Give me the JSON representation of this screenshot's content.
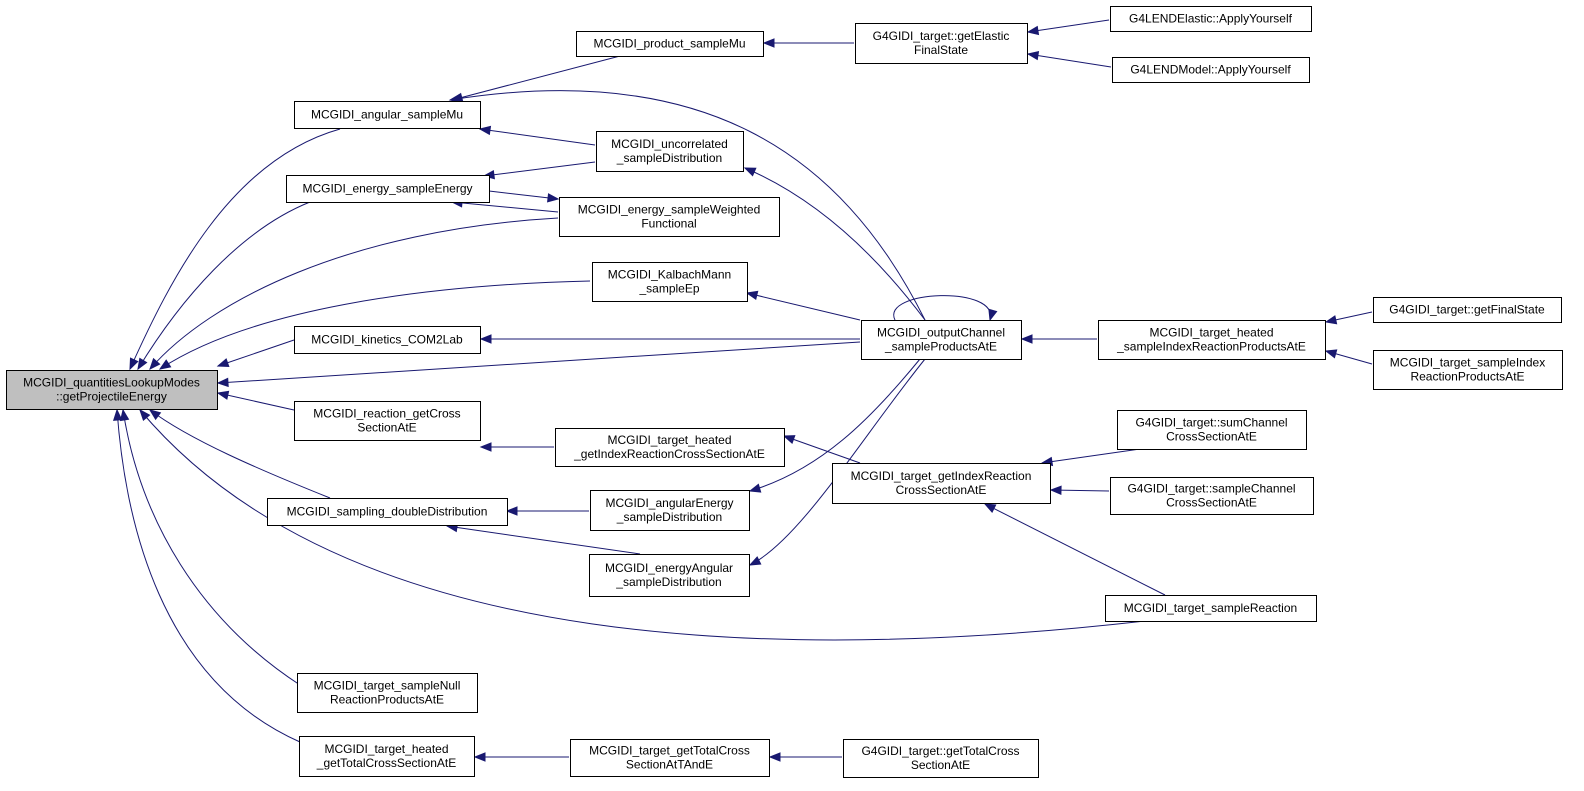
{
  "graph": {
    "colors": {
      "edge": "#191970",
      "node_fill": "#ffffff",
      "focus_fill": "#bfbfbf",
      "node_border": "#000000",
      "background": "#ffffff"
    },
    "nodes": [
      {
        "id": "root",
        "lines": [
          "MCGIDI_quantitiesLookupModes",
          "::getProjectileEnergy"
        ],
        "focus": true
      },
      {
        "id": "angular_sampleMu",
        "lines": [
          "MCGIDI_angular_sampleMu"
        ]
      },
      {
        "id": "energy_sampleEnergy",
        "lines": [
          "MCGIDI_energy_sampleEnergy"
        ]
      },
      {
        "id": "kinetics_COM2Lab",
        "lines": [
          "MCGIDI_kinetics_COM2Lab"
        ]
      },
      {
        "id": "reaction_getCross",
        "lines": [
          "MCGIDI_reaction_getCross",
          "SectionAtE"
        ]
      },
      {
        "id": "sampling_doubleDist",
        "lines": [
          "MCGIDI_sampling_doubleDistribution"
        ]
      },
      {
        "id": "target_sampleNull",
        "lines": [
          "MCGIDI_target_sampleNull",
          "ReactionProductsAtE"
        ]
      },
      {
        "id": "target_heated_getTotal",
        "lines": [
          "MCGIDI_target_heated",
          "_getTotalCrossSectionAtE"
        ]
      },
      {
        "id": "product_sampleMu",
        "lines": [
          "MCGIDI_product_sampleMu"
        ]
      },
      {
        "id": "uncorrelated",
        "lines": [
          "MCGIDI_uncorrelated",
          "_sampleDistribution"
        ]
      },
      {
        "id": "energy_weighted",
        "lines": [
          "MCGIDI_energy_sampleWeighted",
          "Functional"
        ]
      },
      {
        "id": "kalbach",
        "lines": [
          "MCGIDI_KalbachMann",
          "_sampleEp"
        ]
      },
      {
        "id": "target_heated_getIndex",
        "lines": [
          "MCGIDI_target_heated",
          "_getIndexReactionCrossSectionAtE"
        ]
      },
      {
        "id": "angularEnergy",
        "lines": [
          "MCGIDI_angularEnergy",
          "_sampleDistribution"
        ]
      },
      {
        "id": "energyAngular",
        "lines": [
          "MCGIDI_energyAngular",
          "_sampleDistribution"
        ]
      },
      {
        "id": "target_getTotalTAndE",
        "lines": [
          "MCGIDI_target_getTotalCross",
          "SectionAtTAndE"
        ]
      },
      {
        "id": "g4_getElastic",
        "lines": [
          "G4GIDI_target::getElastic",
          "FinalState"
        ]
      },
      {
        "id": "outputChannel",
        "lines": [
          "MCGIDI_outputChannel",
          "_sampleProductsAtE"
        ]
      },
      {
        "id": "target_getIndexReaction",
        "lines": [
          "MCGIDI_target_getIndexReaction",
          "CrossSectionAtE"
        ]
      },
      {
        "id": "g4_getTotalCross",
        "lines": [
          "G4GIDI_target::getTotalCross",
          "SectionAtE"
        ]
      },
      {
        "id": "lend_elastic",
        "lines": [
          "G4LENDElastic::ApplyYourself"
        ]
      },
      {
        "id": "lend_model",
        "lines": [
          "G4LENDModel::ApplyYourself"
        ]
      },
      {
        "id": "heated_sampleIndex",
        "lines": [
          "MCGIDI_target_heated",
          "_sampleIndexReactionProductsAtE"
        ]
      },
      {
        "id": "g4_sumChannel",
        "lines": [
          "G4GIDI_target::sumChannel",
          "CrossSectionAtE"
        ]
      },
      {
        "id": "g4_sampleChannel",
        "lines": [
          "G4GIDI_target::sampleChannel",
          "CrossSectionAtE"
        ]
      },
      {
        "id": "target_sampleReaction",
        "lines": [
          "MCGIDI_target_sampleReaction"
        ]
      },
      {
        "id": "g4_getFinalState",
        "lines": [
          "G4GIDI_target::getFinalState"
        ]
      },
      {
        "id": "target_sampleIndex",
        "lines": [
          "MCGIDI_target_sampleIndex",
          "ReactionProductsAtE"
        ]
      }
    ],
    "edges": [
      {
        "from": "angular_sampleMu",
        "to": "root"
      },
      {
        "from": "energy_sampleEnergy",
        "to": "root"
      },
      {
        "from": "energy_weighted",
        "to": "root"
      },
      {
        "from": "kalbach",
        "to": "root"
      },
      {
        "from": "kinetics_COM2Lab",
        "to": "root"
      },
      {
        "from": "outputChannel",
        "to": "root"
      },
      {
        "from": "reaction_getCross",
        "to": "root"
      },
      {
        "from": "sampling_doubleDist",
        "to": "root"
      },
      {
        "from": "target_sampleReaction",
        "to": "root"
      },
      {
        "from": "target_sampleNull",
        "to": "root"
      },
      {
        "from": "target_heated_getTotal",
        "to": "root"
      },
      {
        "from": "product_sampleMu",
        "to": "angular_sampleMu"
      },
      {
        "from": "outputChannel",
        "to": "angular_sampleMu"
      },
      {
        "from": "uncorrelated",
        "to": "angular_sampleMu"
      },
      {
        "from": "uncorrelated",
        "to": "energy_sampleEnergy"
      },
      {
        "from": "energy_weighted",
        "to": "energy_sampleEnergy"
      },
      {
        "from": "energy_sampleEnergy",
        "to": "energy_weighted"
      },
      {
        "from": "outputChannel",
        "to": "kinetics_COM2Lab"
      },
      {
        "from": "target_heated_getIndex",
        "to": "reaction_getCross"
      },
      {
        "from": "angularEnergy",
        "to": "sampling_doubleDist"
      },
      {
        "from": "energyAngular",
        "to": "sampling_doubleDist"
      },
      {
        "from": "target_getTotalTAndE",
        "to": "target_heated_getTotal"
      },
      {
        "from": "g4_getElastic",
        "to": "product_sampleMu"
      },
      {
        "from": "outputChannel",
        "to": "uncorrelated"
      },
      {
        "from": "outputChannel",
        "to": "kalbach"
      },
      {
        "from": "target_getIndexReaction",
        "to": "target_heated_getIndex"
      },
      {
        "from": "outputChannel",
        "to": "angularEnergy"
      },
      {
        "from": "outputChannel",
        "to": "energyAngular"
      },
      {
        "from": "g4_getTotalCross",
        "to": "target_getTotalTAndE"
      },
      {
        "from": "lend_elastic",
        "to": "g4_getElastic"
      },
      {
        "from": "lend_model",
        "to": "g4_getElastic"
      },
      {
        "from": "outputChannel",
        "to": "outputChannel"
      },
      {
        "from": "heated_sampleIndex",
        "to": "outputChannel"
      },
      {
        "from": "g4_sumChannel",
        "to": "target_getIndexReaction"
      },
      {
        "from": "g4_sampleChannel",
        "to": "target_getIndexReaction"
      },
      {
        "from": "target_sampleReaction",
        "to": "target_getIndexReaction"
      },
      {
        "from": "g4_getFinalState",
        "to": "heated_sampleIndex"
      },
      {
        "from": "target_sampleIndex",
        "to": "heated_sampleIndex"
      }
    ]
  }
}
